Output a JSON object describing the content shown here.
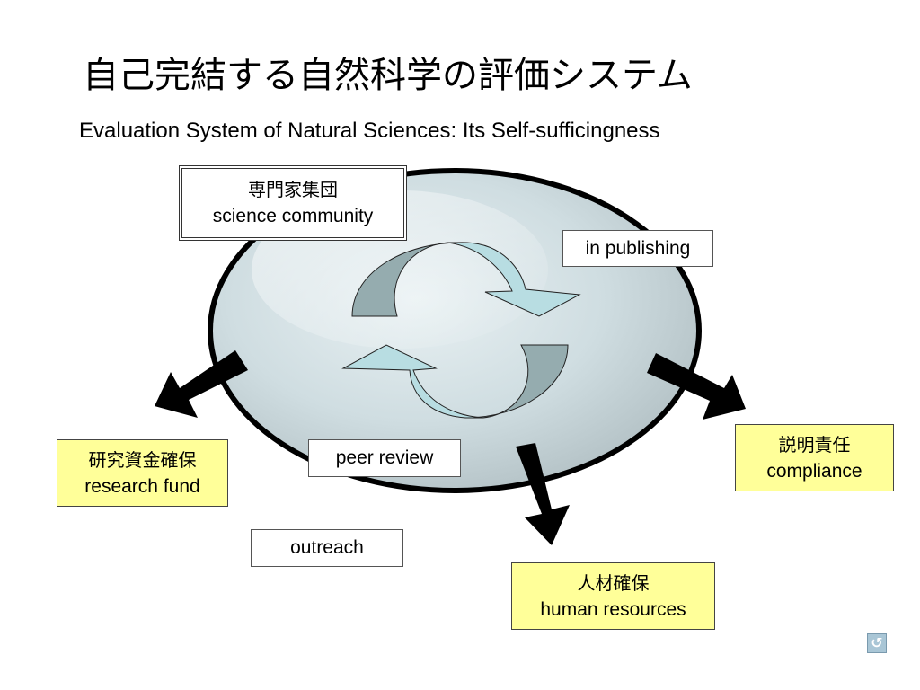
{
  "title": "自己完結する自然科学の評価システム",
  "subtitle": "Evaluation System of Natural Sciences: Its Self-sufficingness",
  "boxes": {
    "community": {
      "jp": "専門家集団",
      "en": "science community"
    },
    "publishing": {
      "en": "in publishing"
    },
    "peer_review": {
      "en": "peer review"
    },
    "outreach": {
      "en": "outreach"
    },
    "research_fund": {
      "jp": "研究資金確保",
      "en": "research fund"
    },
    "compliance": {
      "jp": "説明責任",
      "en": "compliance"
    },
    "human_resources": {
      "jp": "人材確保",
      "en": "human resources"
    }
  },
  "colors": {
    "ellipse_fill": "#c9d7dc",
    "cycle_arrow_light": "#b8dde2",
    "cycle_arrow_dark": "#95acaf",
    "highlight_box": "#ffff99"
  },
  "icons": {
    "return": "return-icon"
  }
}
